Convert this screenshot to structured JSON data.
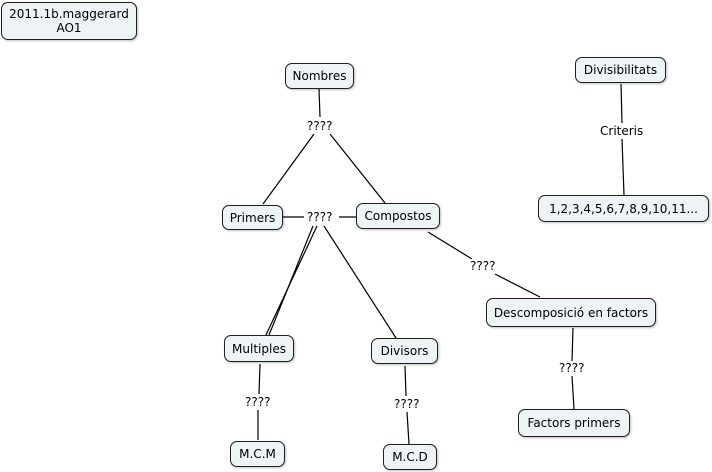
{
  "map_title": {
    "line1": "2011.1b.maggerard",
    "line2": "AO1"
  },
  "nodes": {
    "nombres": "Nombres",
    "primers": "Primers",
    "compostos": "Compostos",
    "multiples": "Multiples",
    "divisors": "Divisors",
    "mcm": "M.C.M",
    "mcd": "M.C.D",
    "descomposicio": "Descomposició en factors",
    "factors_primers": "Factors primers",
    "divisibilitats": "Divisibilitats",
    "numbers_list": "1,2,3,4,5,6,7,8,9,10,11..."
  },
  "links": {
    "nombres_q": "????",
    "primers_compostos_q": "????",
    "compostos_desc_q": "????",
    "multiples_q": "????",
    "divisors_q": "????",
    "desc_q": "????",
    "criteris": "Criteris"
  }
}
